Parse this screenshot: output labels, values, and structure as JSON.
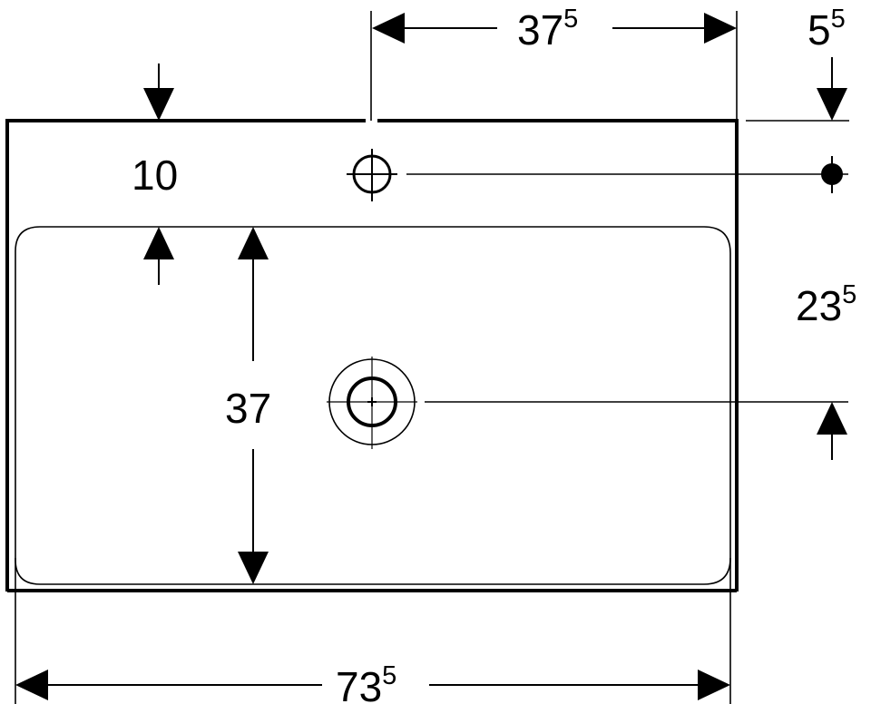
{
  "drawing": {
    "type": "washbasin dimension drawing",
    "dimensions": {
      "tap_hole_offset": {
        "main": "37",
        "sup": "5"
      },
      "edge_to_tap_axis": {
        "main": "5",
        "sup": "5"
      },
      "rim_depth": {
        "main": "10",
        "sup": ""
      },
      "tap_to_waste": {
        "main": "23",
        "sup": "5"
      },
      "bowl_depth": {
        "main": "37",
        "sup": ""
      },
      "overall_width": {
        "main": "73",
        "sup": "5"
      }
    },
    "colors": {
      "line": "#000000",
      "background": "#ffffff"
    }
  }
}
